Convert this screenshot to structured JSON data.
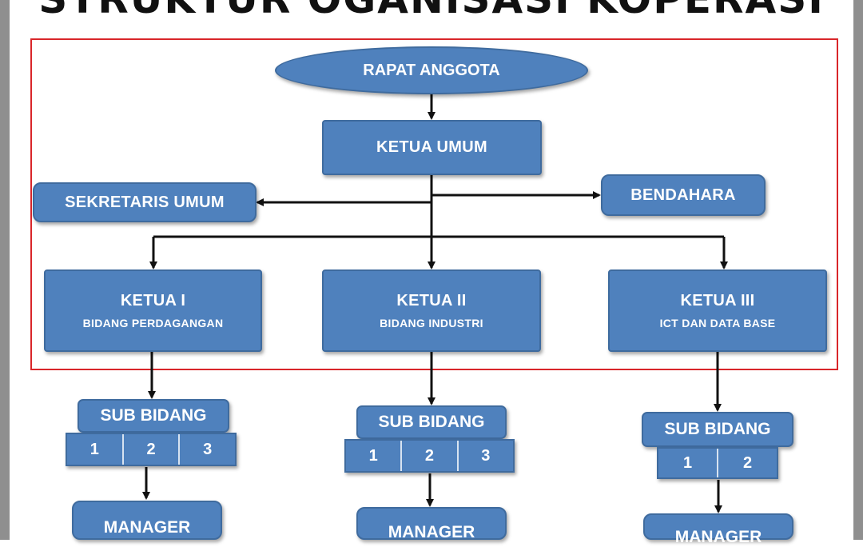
{
  "title": "STRUKTUR OGANISASI KOPERASI",
  "colors": {
    "box_fill": "#4f81bd",
    "box_border": "#3f6b9e",
    "frame_red": "#d9262a",
    "arrow": "#111111"
  },
  "nodes": {
    "rapat": "RAPAT ANGGOTA",
    "ketua_umum": "KETUA UMUM",
    "sekretaris": "SEKRETARIS UMUM",
    "bendahara": "BENDAHARA"
  },
  "ketua": [
    {
      "title": "KETUA I",
      "subtitle": "BIDANG PERDAGANGAN"
    },
    {
      "title": "KETUA II",
      "subtitle": "BIDANG INDUSTRI"
    },
    {
      "title": "KETUA III",
      "subtitle": "ICT DAN DATA BASE"
    }
  ],
  "sub_bidang": [
    {
      "label": "SUB BIDANG",
      "cells": [
        "1",
        "2",
        "3"
      ]
    },
    {
      "label": "SUB BIDANG",
      "cells": [
        "1",
        "2",
        "3"
      ]
    },
    {
      "label": "SUB BIDANG",
      "cells": [
        "1",
        "2"
      ]
    }
  ],
  "manager": [
    "MANAGER",
    "MANAGER",
    "MANAGER"
  ]
}
